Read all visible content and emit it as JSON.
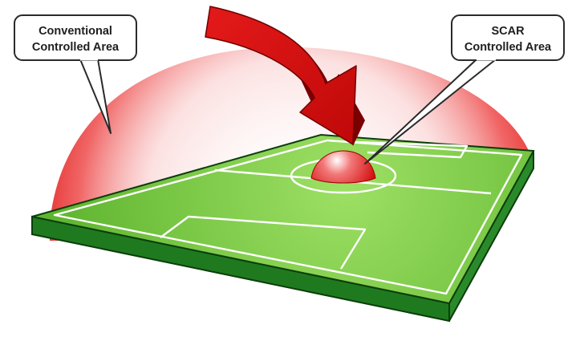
{
  "callouts": {
    "conventional": {
      "line1": "Conventional",
      "line2": "Controlled Area"
    },
    "scar": {
      "line1": "SCAR",
      "line2": "Controlled Area"
    }
  },
  "colors": {
    "dome_red": "#e01515",
    "field_green": "#6cc23a",
    "field_side": "#1f7a1f",
    "arrow_red": "#d61010",
    "arrow_dark": "#7a0000",
    "callout_border": "#2a2a2a",
    "line_white": "#ffffff"
  }
}
